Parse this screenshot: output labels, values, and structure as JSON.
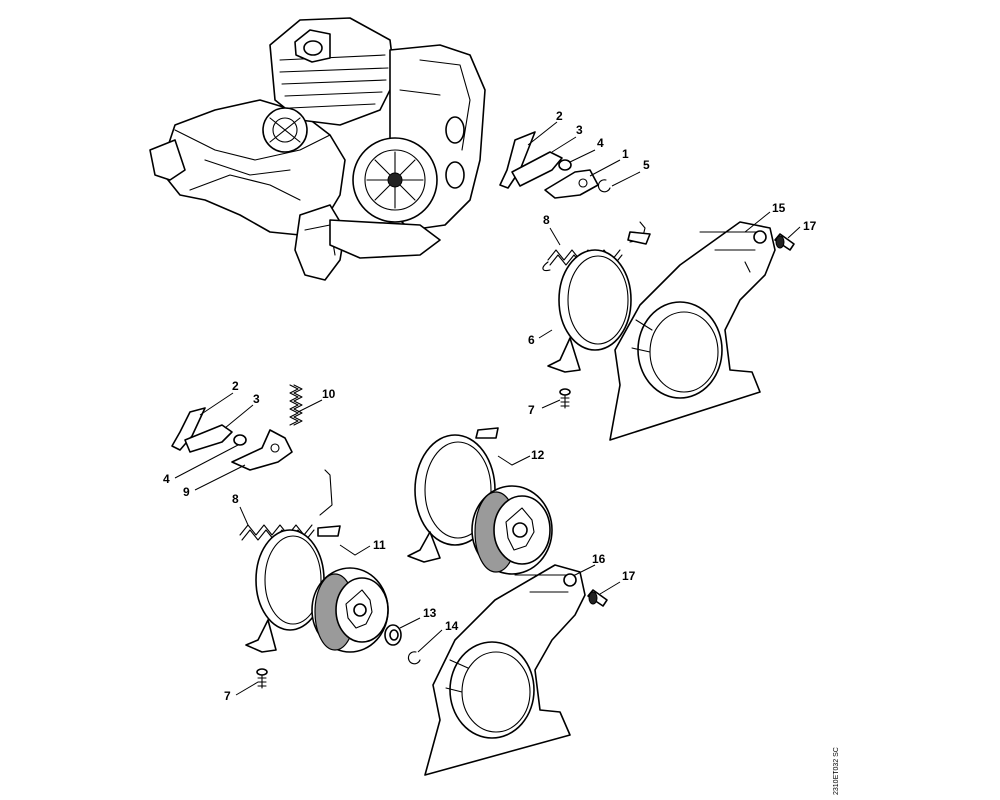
{
  "callouts": {
    "c1": "1",
    "c2a": "2",
    "c3a": "3",
    "c4a": "4",
    "c5": "5",
    "c6": "6",
    "c7a": "7",
    "c8a": "8",
    "c15": "15",
    "c17a": "17",
    "c2b": "2",
    "c3b": "3",
    "c4b": "4",
    "c9": "9",
    "c10": "10",
    "c8b": "8",
    "c11": "11",
    "c12": "12",
    "c13": "13",
    "c14": "14",
    "c7b": "7",
    "c16": "16",
    "c17b": "17"
  },
  "doc_ref": "2310ET032 SC"
}
